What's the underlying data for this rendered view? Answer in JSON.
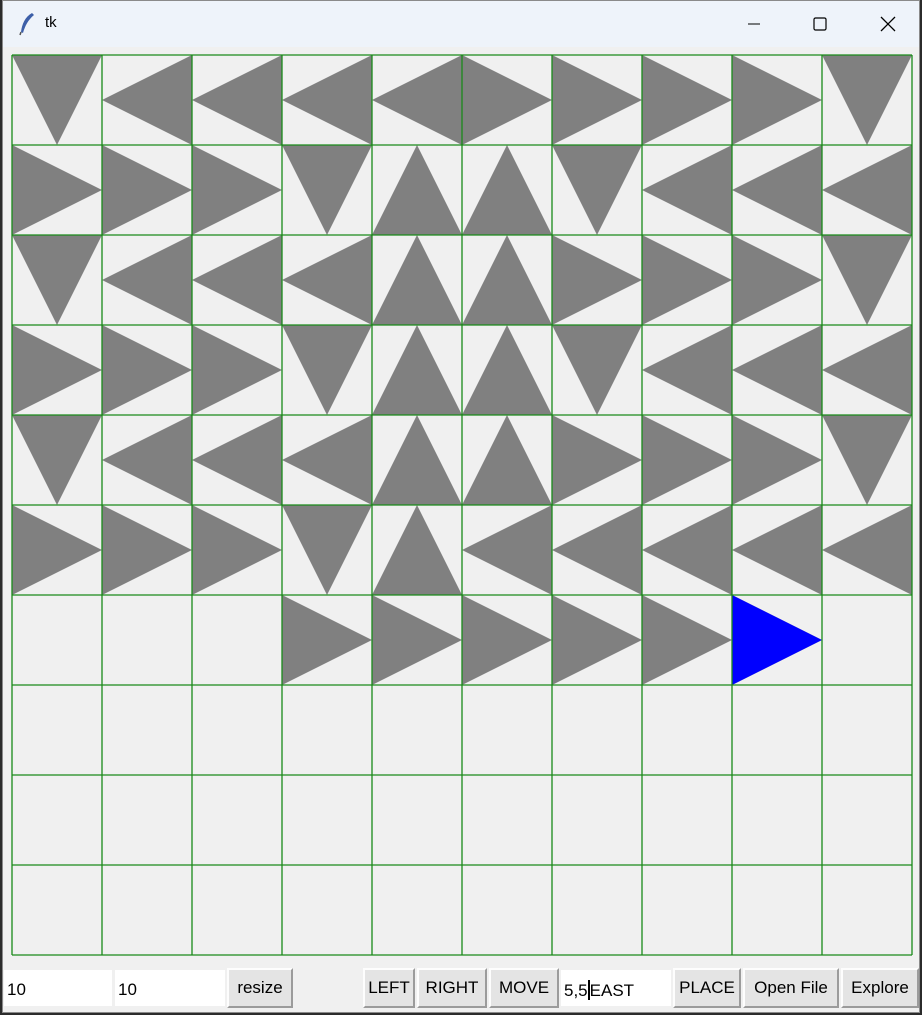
{
  "window": {
    "title": "tk",
    "icon": "feather-icon",
    "controls": [
      "minimize-icon",
      "maximize-icon",
      "close-icon"
    ]
  },
  "board": {
    "rows": 10,
    "cols": 10,
    "grid_color": "#1a8a1a",
    "cell_background": "#f0f0f0",
    "trail_color": "#808080",
    "robot_color": "#0000ff",
    "cells": [
      [
        "S",
        "W",
        "W",
        "W",
        "W",
        "E",
        "E",
        "E",
        "E",
        "S"
      ],
      [
        "E",
        "E",
        "E",
        "S",
        "N",
        "N",
        "S",
        "W",
        "W",
        "W"
      ],
      [
        "S",
        "W",
        "W",
        "W",
        "N",
        "N",
        "E",
        "E",
        "E",
        "S"
      ],
      [
        "E",
        "E",
        "E",
        "S",
        "N",
        "N",
        "S",
        "W",
        "W",
        "W"
      ],
      [
        "S",
        "W",
        "W",
        "W",
        "N",
        "N",
        "E",
        "E",
        "E",
        "S"
      ],
      [
        "E",
        "E",
        "E",
        "S",
        "N",
        "W",
        "W",
        "W",
        "W",
        "W"
      ],
      [
        "",
        "",
        "",
        "E",
        "E",
        "E",
        "E",
        "E",
        "E",
        ""
      ],
      [
        "",
        "",
        "",
        "",
        "",
        "",
        "",
        "",
        "",
        ""
      ],
      [
        "",
        "",
        "",
        "",
        "",
        "",
        "",
        "",
        "",
        ""
      ],
      [
        "",
        "",
        "",
        "",
        "",
        "",
        "",
        "",
        "",
        ""
      ]
    ],
    "robot": {
      "row": 6,
      "col": 8,
      "direction": "E"
    }
  },
  "controls": {
    "width_value": "10",
    "height_value": "10",
    "resize_label": "resize",
    "left_label": "LEFT",
    "right_label": "RIGHT",
    "move_label": "MOVE",
    "place_value_before_caret": "5,5",
    "place_value_after_caret": "EAST",
    "place_label": "PLACE",
    "open_file_label": "Open File",
    "explore_label": "Explore"
  }
}
